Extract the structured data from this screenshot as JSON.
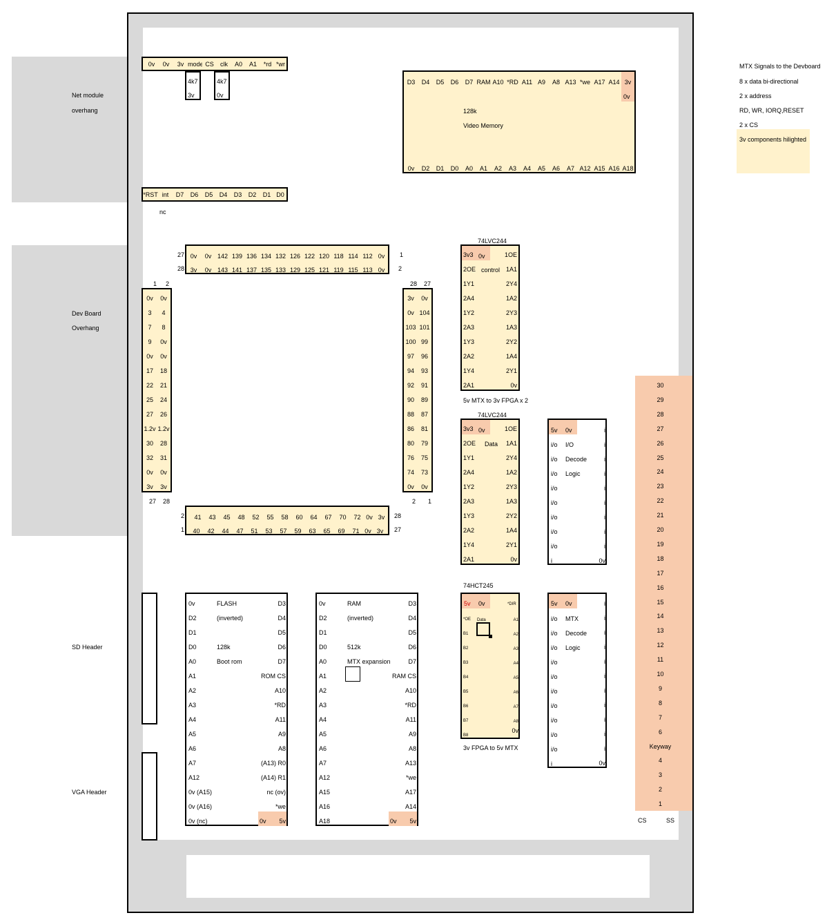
{
  "board": {
    "side_labels": {
      "net_module": [
        "Net module",
        "overhang"
      ],
      "dev_board": [
        "Dev Board",
        "Overhang"
      ],
      "sd_header": "SD Header",
      "vga_header": "VGA Header"
    }
  },
  "legend": {
    "lines": [
      "MTX Signals to the Devboard",
      "8 x data bi-directional",
      "2 x address",
      "RD, WR, IORQ,RESET",
      "2 x CS"
    ],
    "highlight_note": "3v components hilighted"
  },
  "net_header": {
    "top_pins": [
      "0v",
      "0v",
      "3v",
      "mode",
      "CS",
      "clk",
      "A0",
      "A1",
      "*rd",
      "*wr"
    ],
    "resistor1": [
      "4k7",
      "3v"
    ],
    "resistor2": [
      "4k7",
      "0v"
    ],
    "bottom_pins": [
      "*RST",
      "int",
      "D7",
      "D6",
      "D5",
      "D4",
      "D3",
      "D2",
      "D1",
      "D0"
    ],
    "nc": "nc"
  },
  "video_mem": {
    "top_pins": [
      "D3",
      "D4",
      "D5",
      "D6",
      "D7",
      "RAM",
      "A10",
      "*RD",
      "A11",
      "A9",
      "A8",
      "A13",
      "*we",
      "A17",
      "A14",
      "3v"
    ],
    "extra_pin": "0v",
    "label1": "128k",
    "label2": "Video Memory",
    "bottom_pins": [
      "0v",
      "D2",
      "D1",
      "D0",
      "A0",
      "A1",
      "A2",
      "A3",
      "A4",
      "A5",
      "A6",
      "A7",
      "A12",
      "A15",
      "A16",
      "A18"
    ]
  },
  "fpga": {
    "top_row1": [
      "0v",
      "0v",
      "142",
      "139",
      "136",
      "134",
      "132",
      "126",
      "122",
      "120",
      "118",
      "114",
      "112",
      "0v"
    ],
    "top_row2": [
      "3v",
      "0v",
      "143",
      "141",
      "137",
      "135",
      "133",
      "129",
      "125",
      "121",
      "119",
      "115",
      "113",
      "0v"
    ],
    "top_left_nums": [
      "27",
      "28"
    ],
    "top_right_nums": [
      "1",
      "2"
    ],
    "left_col_nums_top": [
      "1",
      "2"
    ],
    "left_col_nums_bottom": [
      "27",
      "28"
    ],
    "left_col": [
      [
        "0v",
        "0v"
      ],
      [
        "3",
        "4"
      ],
      [
        "7",
        "8"
      ],
      [
        "9",
        "0v"
      ],
      [
        "0v",
        "0v"
      ],
      [
        "17",
        "18"
      ],
      [
        "22",
        "21"
      ],
      [
        "25",
        "24"
      ],
      [
        "27",
        "26"
      ],
      [
        "1.2v",
        "1.2v"
      ],
      [
        "30",
        "28"
      ],
      [
        "32",
        "31"
      ],
      [
        "0v",
        "0v"
      ],
      [
        "3v",
        "3v"
      ]
    ],
    "right_col_nums_top": [
      "28",
      "27"
    ],
    "right_col_nums_bottom": [
      "2",
      "1"
    ],
    "right_col": [
      [
        "3v",
        "0v"
      ],
      [
        "0v",
        "104"
      ],
      [
        "103",
        "101"
      ],
      [
        "100",
        "99"
      ],
      [
        "97",
        "96"
      ],
      [
        "94",
        "93"
      ],
      [
        "92",
        "91"
      ],
      [
        "90",
        "89"
      ],
      [
        "88",
        "87"
      ],
      [
        "86",
        "81"
      ],
      [
        "80",
        "79"
      ],
      [
        "76",
        "75"
      ],
      [
        "74",
        "73"
      ],
      [
        "0v",
        "0v"
      ]
    ],
    "bottom_row1": [
      "41",
      "43",
      "45",
      "48",
      "52",
      "55",
      "58",
      "60",
      "64",
      "67",
      "70",
      "72",
      "0v",
      "3v"
    ],
    "bottom_row2": [
      "40",
      "42",
      "44",
      "47",
      "51",
      "53",
      "57",
      "59",
      "63",
      "65",
      "69",
      "71",
      "0v",
      "3v"
    ],
    "bottom_left_nums": [
      "2",
      "1"
    ],
    "bottom_right_nums": [
      "28",
      "27"
    ]
  },
  "buf1": {
    "title": "74LVC244",
    "note": "control",
    "left": [
      "3v3",
      "2OE",
      "1Y1",
      "2A4",
      "1Y2",
      "2A3",
      "1Y3",
      "2A2",
      "1Y4",
      "2A1"
    ],
    "right": [
      "1OE",
      "1A1",
      "2Y4",
      "1A2",
      "2Y3",
      "1A3",
      "2Y2",
      "1A4",
      "2Y1",
      "0v"
    ],
    "top_mid": "0v",
    "caption": "5v MTX to 3v FPGA x 2"
  },
  "buf2": {
    "title": "74LVC244",
    "note": "Data",
    "left": [
      "3v3",
      "2OE",
      "1Y1",
      "2A4",
      "1Y2",
      "2A3",
      "1Y3",
      "2A2",
      "1Y4",
      "2A1"
    ],
    "right": [
      "1OE",
      "1A1",
      "2Y4",
      "1A2",
      "2Y3",
      "1A3",
      "2Y2",
      "1A4",
      "2Y1",
      "0v"
    ],
    "top_mid": "0v"
  },
  "buf3": {
    "title": "74HCT245",
    "top_left": "5v",
    "top_mid": "0v",
    "top_right": "*DIR",
    "note": "Data",
    "left": [
      "*OE",
      "B1",
      "B2",
      "B3",
      "B4",
      "B5",
      "B6",
      "B7",
      "B8"
    ],
    "right": [
      "A1",
      "A2",
      "A3",
      "A4",
      "A5",
      "A6",
      "A7",
      "A8",
      "0v"
    ],
    "caption": "3v FPGA to 5v MTX"
  },
  "io1": {
    "top_left": "5v",
    "top_mid": "0v",
    "labels": [
      "I/O",
      "Decode",
      "Logic"
    ],
    "left": [
      "i/o",
      "i/o",
      "i/o",
      "i/o",
      "i/o",
      "i/o",
      "i/o",
      "i/o",
      "i"
    ],
    "right": [
      "i",
      "i",
      "i",
      "i",
      "i",
      "i",
      "i",
      "i",
      "i",
      "0v"
    ]
  },
  "io2": {
    "top_left": "5v",
    "top_mid": "0v",
    "labels": [
      "MTX",
      "Decode",
      "Logic"
    ],
    "left": [
      "i/o",
      "i/o",
      "i/o",
      "i/o",
      "i/o",
      "i/o",
      "i/o",
      "i/o",
      "i/o",
      "i/o",
      "i"
    ],
    "right": [
      "i",
      "i",
      "i",
      "i",
      "i",
      "i",
      "i",
      "i",
      "i",
      "i",
      "i",
      "0v"
    ]
  },
  "flash": {
    "left": [
      "0v",
      "D2",
      "D1",
      "D0",
      "A0",
      "A1",
      "A2",
      "A3",
      "A4",
      "A5",
      "A6",
      "A7",
      "A12",
      "0v (A15)",
      "0v (A16)",
      "0v (nc)"
    ],
    "right": [
      "D3",
      "D4",
      "D5",
      "D6",
      "D7",
      "ROM CS",
      "A10",
      "*RD",
      "A11",
      "A9",
      "A8",
      "(A13) R0",
      "(A14) R1",
      "nc (ov)",
      "*we",
      "5v"
    ],
    "mid": [
      "FLASH",
      "(inverted)",
      "",
      "128k",
      "Boot rom"
    ],
    "bottom_mid": "0v"
  },
  "ram": {
    "left": [
      "0v",
      "D2",
      "D1",
      "D0",
      "A0",
      "A1",
      "A2",
      "A3",
      "A4",
      "A5",
      "A6",
      "A7",
      "A12",
      "A15",
      "A16",
      "A18"
    ],
    "right": [
      "D3",
      "D4",
      "D5",
      "D6",
      "D7",
      "RAM CS",
      "A10",
      "*RD",
      "A11",
      "A9",
      "A8",
      "A13",
      "*we",
      "A17",
      "A14",
      "5v"
    ],
    "mid": [
      "RAM",
      "(inverted)",
      "",
      "512k",
      "MTX expansion"
    ],
    "bottom_mid": "0v"
  },
  "edge": {
    "pins": [
      "30",
      "29",
      "28",
      "27",
      "26",
      "25",
      "24",
      "23",
      "22",
      "21",
      "20",
      "19",
      "18",
      "17",
      "16",
      "15",
      "14",
      "13",
      "12",
      "11",
      "10",
      "9",
      "8",
      "7",
      "6",
      "Keyway",
      "4",
      "3",
      "2",
      "1"
    ],
    "cs": "CS",
    "ss": "SS"
  },
  "colors": {
    "chip_fill": "#fff2cc",
    "highlight_3v": "#f8cbad",
    "overhang_gray": "#d9d9d9"
  }
}
